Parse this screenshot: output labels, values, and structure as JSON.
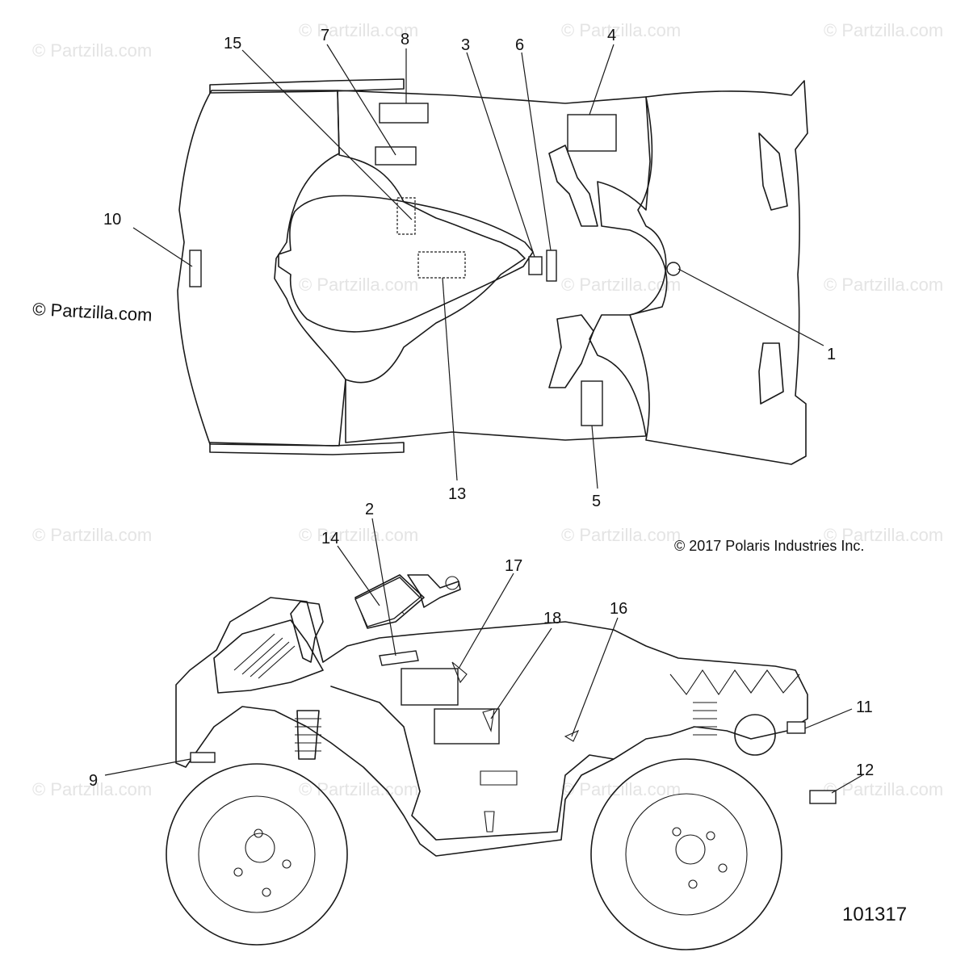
{
  "watermark": "© Partzilla.com",
  "watermark_left": "© Partzilla.com",
  "copyright": "© 2017 Polaris Industries Inc.",
  "part_number": "101317",
  "callouts": {
    "c1": "1",
    "c2": "2",
    "c3": "3",
    "c4": "4",
    "c5": "5",
    "c6": "6",
    "c7": "7",
    "c8": "8",
    "c9": "9",
    "c10": "10",
    "c11": "11",
    "c12": "12",
    "c13": "13",
    "c14": "14",
    "c15": "15",
    "c16": "16",
    "c17": "17",
    "c18": "18"
  }
}
